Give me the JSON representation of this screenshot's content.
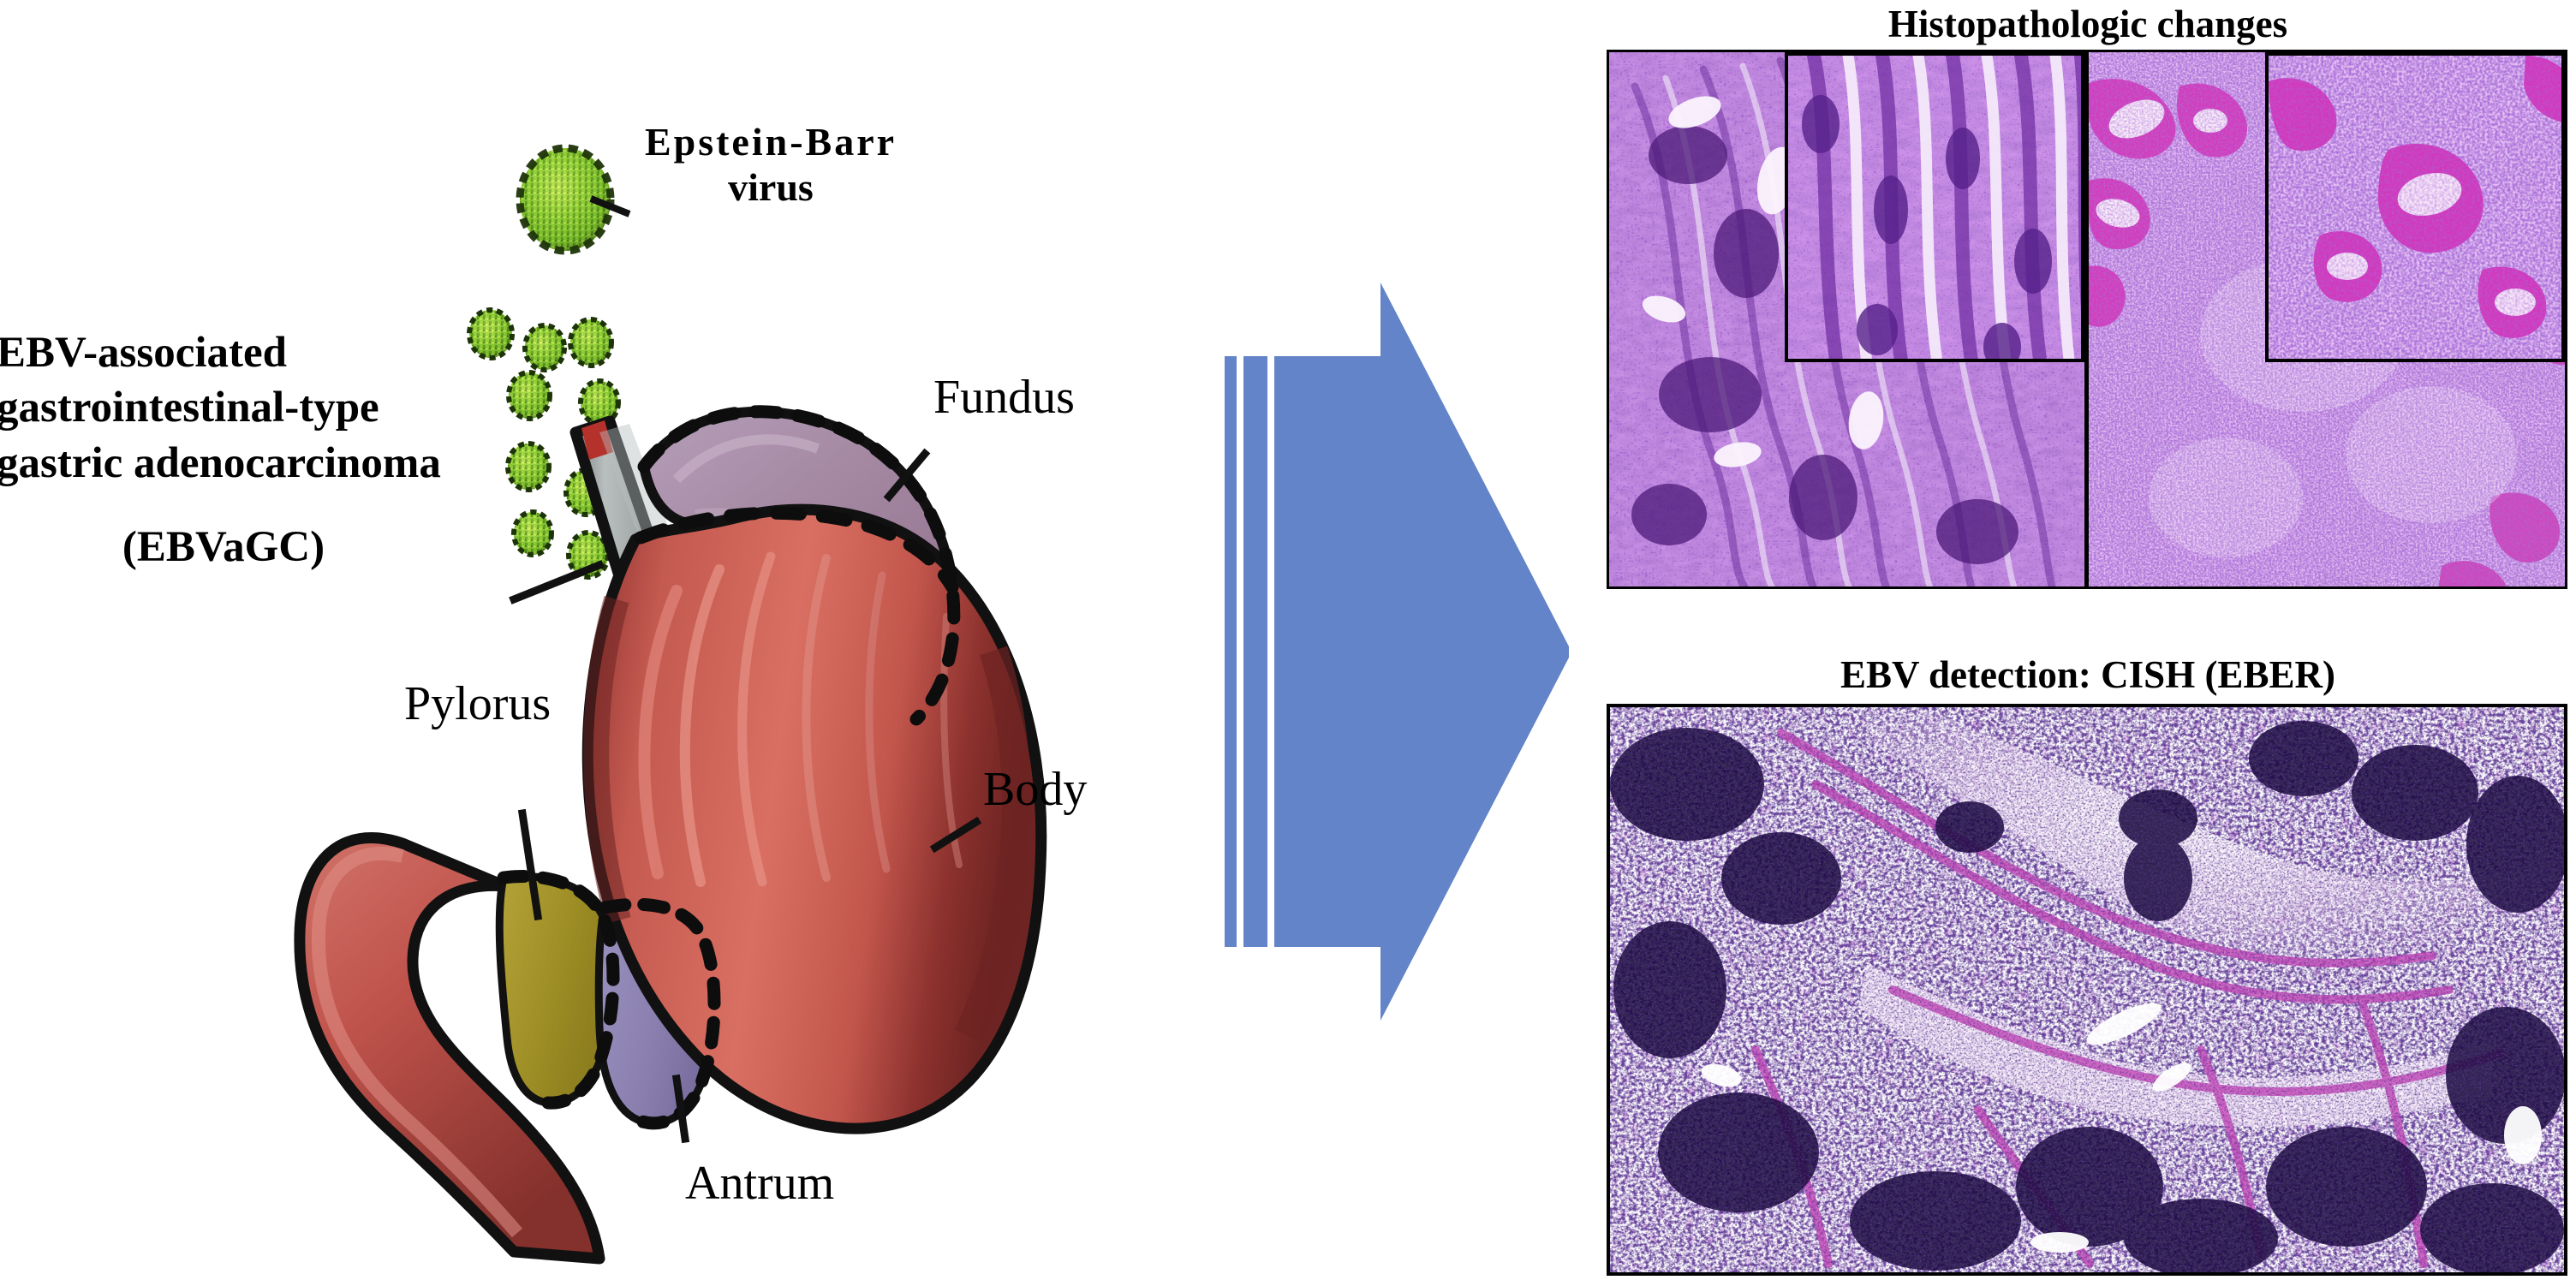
{
  "figure": {
    "type": "scientific-graphical-abstract",
    "background_color": "#ffffff"
  },
  "left": {
    "virus_label": {
      "line1": "Epstein-Barr",
      "line2": "virus",
      "icon": "virus-particle-icon",
      "color": "#7DBE2E"
    },
    "diagnosis_label": {
      "line1": "EBV-associated",
      "line2": "gastrointestinal-type",
      "line3": "gastric adenocarcinoma",
      "abbreviation": "(EBVaGC)"
    },
    "anatomy_labels": [
      {
        "id": "fundus",
        "text": "Fundus",
        "region_color": "#9e7f9e"
      },
      {
        "id": "pylorus",
        "text": "Pylorus",
        "region_color": "#a09028"
      },
      {
        "id": "body",
        "text": "Body",
        "region_color": "#c0504d"
      },
      {
        "id": "antrum",
        "text": "Antrum",
        "region_color": "#8a7fae"
      }
    ],
    "stomach_colors": {
      "esophagus": "#9aa0a0",
      "esophagus_lumen": "#b5322c",
      "fundus": "#9e7f9e",
      "body_light": "#cc5a52",
      "body_dark": "#7b2a28",
      "antrum": "#8a7fae",
      "pylorus": "#a09028",
      "duodenum": "#c0544c",
      "outline": "#111111"
    }
  },
  "arrow": {
    "name": "process-arrow",
    "direction": "right",
    "color": "#6384C8",
    "bar_count": 2
  },
  "right": {
    "panels": [
      {
        "title": "Histopathologic changes",
        "cells": [
          {
            "id": "histo-left",
            "has_inset": true,
            "stain": "H&E",
            "palette": [
              "#8a4fc0",
              "#b98ad6",
              "#e6d4f2",
              "#6c2f9e",
              "#fdf7fb"
            ]
          },
          {
            "id": "histo-right",
            "has_inset": true,
            "stain": "H&E",
            "palette": [
              "#9b55c8",
              "#c79ade",
              "#efe2f7",
              "#c02fb0",
              "#fffafc"
            ]
          }
        ]
      },
      {
        "title": "EBV detection: CISH (EBER)",
        "cells": [
          {
            "id": "cish",
            "has_inset": false,
            "stain": "CISH-EBER",
            "palette": [
              "#241050",
              "#4a1f86",
              "#9b3fbf",
              "#d985d0",
              "#ffffff"
            ]
          }
        ]
      }
    ]
  }
}
